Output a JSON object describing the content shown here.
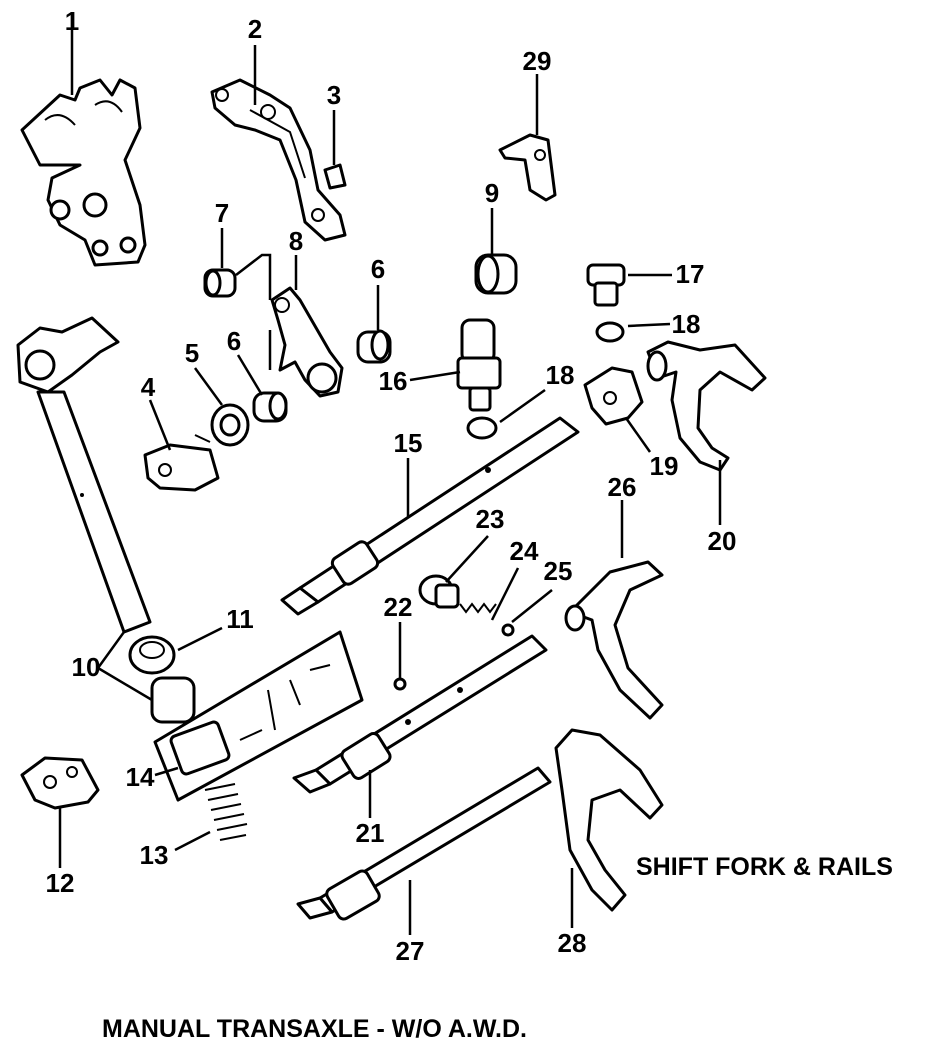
{
  "title": "SHIFT FORK & RAILS",
  "caption": "MANUAL TRANSAXLE - W/O A.W.D.",
  "callouts": {
    "n1": "1",
    "n2": "2",
    "n3": "3",
    "n4": "4",
    "n5": "5",
    "n6a": "6",
    "n6b": "6",
    "n7": "7",
    "n8": "8",
    "n9": "9",
    "n10": "10",
    "n11": "11",
    "n12": "12",
    "n13": "13",
    "n14": "14",
    "n15": "15",
    "n16": "16",
    "n17": "17",
    "n18a": "18",
    "n18b": "18",
    "n19": "19",
    "n20": "20",
    "n21": "21",
    "n22": "22",
    "n23": "23",
    "n24": "24",
    "n25": "25",
    "n26": "26",
    "n27": "27",
    "n28": "28",
    "n29": "29"
  }
}
